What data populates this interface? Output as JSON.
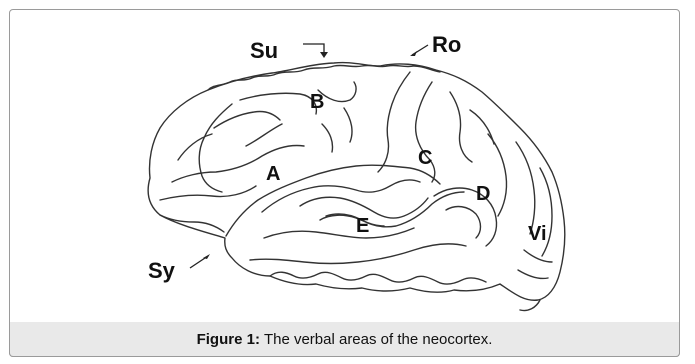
{
  "figure": {
    "caption_prefix": "Figure 1:",
    "caption_text": "The verbal areas of the neocortex."
  },
  "diagram": {
    "stroke_color": "#333333",
    "area_labels": {
      "B": "B",
      "A": "A",
      "C": "C",
      "D": "D",
      "E": "E",
      "Vi": "Vi"
    },
    "pointer_labels": {
      "Su": "Su",
      "Ro": "Ro",
      "Sy": "Sy"
    }
  }
}
